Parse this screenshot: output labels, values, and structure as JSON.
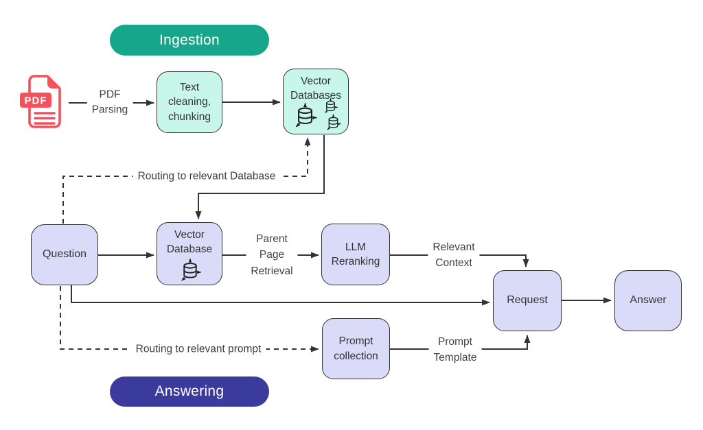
{
  "colors": {
    "teal": "#16A68C",
    "indigo": "#3B3A9D",
    "mint": "#C8F6EA",
    "lavender": "#D9DBF8",
    "stroke": "#333333",
    "node_border": "#2E2E2E",
    "icon_stroke": "#1E1E1E",
    "text_dark": "#333333",
    "label_gray": "#3F3F3F",
    "red": "#F5505C"
  },
  "stages": {
    "ingestion": "Ingestion",
    "answering": "Answering"
  },
  "nodes": {
    "pdf_file": {
      "icon": "pdf-file-icon",
      "badge": "PDF"
    },
    "text_cleaning": {
      "label": "Text\ncleaning,\nchunking"
    },
    "vector_databases": {
      "label": "Vector\nDatabases",
      "icon": "database-sync-icon"
    },
    "question": {
      "label": "Question"
    },
    "vector_database": {
      "label": "Vector\nDatabase",
      "icon": "database-sync-icon"
    },
    "llm_reranking": {
      "label": "LLM\nReranking"
    },
    "request": {
      "label": "Request"
    },
    "answer": {
      "label": "Answer"
    },
    "prompt_collection": {
      "label": "Prompt\ncollection"
    }
  },
  "edge_labels": {
    "pdf_parsing": "PDF\nParsing",
    "routing_database": "Routing to relevant Database",
    "routing_prompt": "Routing to relevant prompt",
    "parent_page_retrieval": "Parent\nPage\nRetrieval",
    "relevant_context": "Relevant\nContext",
    "prompt_template": "Prompt\nTemplate"
  }
}
